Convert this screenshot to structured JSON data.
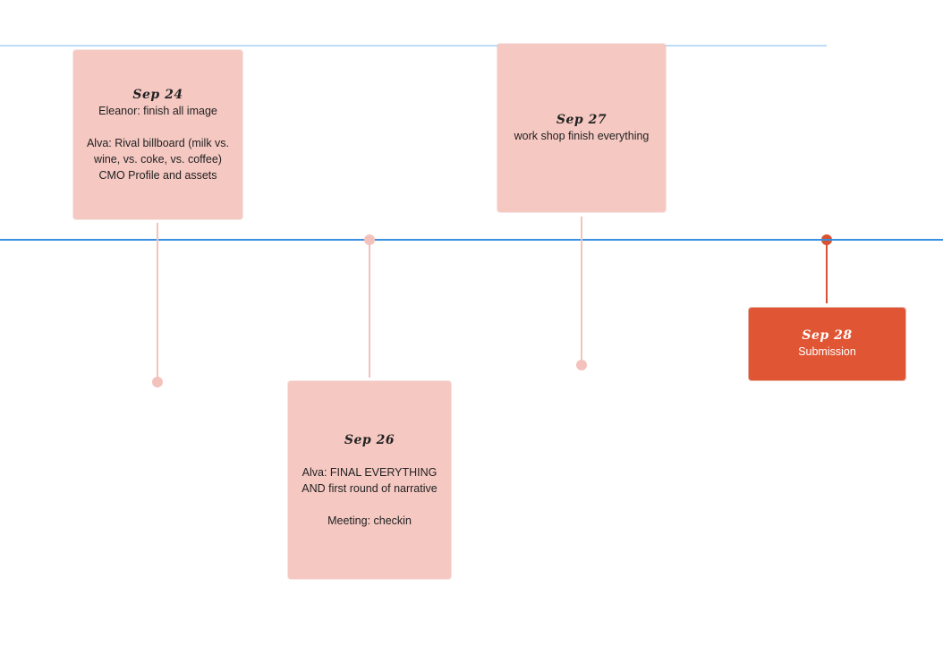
{
  "colors": {
    "main_line": "#3a8fe0",
    "top_line": "#bfdcf6",
    "card": "#f5c8c2",
    "card_highlight": "#e05635",
    "connector": "#f3c2bc"
  },
  "milestones": [
    {
      "date": "Sep 24",
      "lines": [
        "Eleanor: finish all image",
        "",
        "Alva: Rival billboard (milk vs.",
        "wine, vs. coke, vs. coffee)",
        "CMO Profile and assets"
      ]
    },
    {
      "date": "Sep 26",
      "lines": [
        "Alva: FINAL EVERYTHING",
        "AND first round of narrative",
        "",
        "Meeting: checkin"
      ]
    },
    {
      "date": "Sep 27",
      "lines": [
        "work shop finish everything"
      ]
    },
    {
      "date": "Sep 28",
      "lines": [
        "Submission"
      ],
      "highlight": true
    }
  ]
}
